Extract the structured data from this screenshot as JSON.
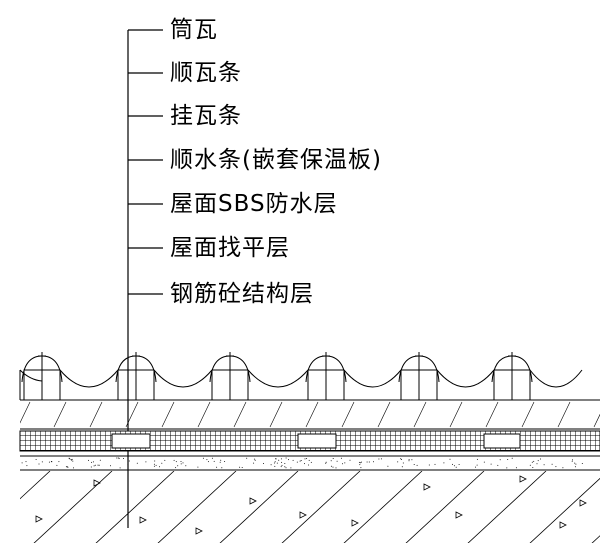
{
  "layers": [
    {
      "label": "筒瓦"
    },
    {
      "label": "顺瓦条"
    },
    {
      "label": "挂瓦条"
    },
    {
      "label": "顺水条(嵌套保温板)"
    },
    {
      "label": "屋面SBS防水层"
    },
    {
      "label": "屋面找平层"
    },
    {
      "label": "钢筋砼结构层"
    }
  ],
  "colors": {
    "line": "#000000",
    "background": "#ffffff"
  }
}
